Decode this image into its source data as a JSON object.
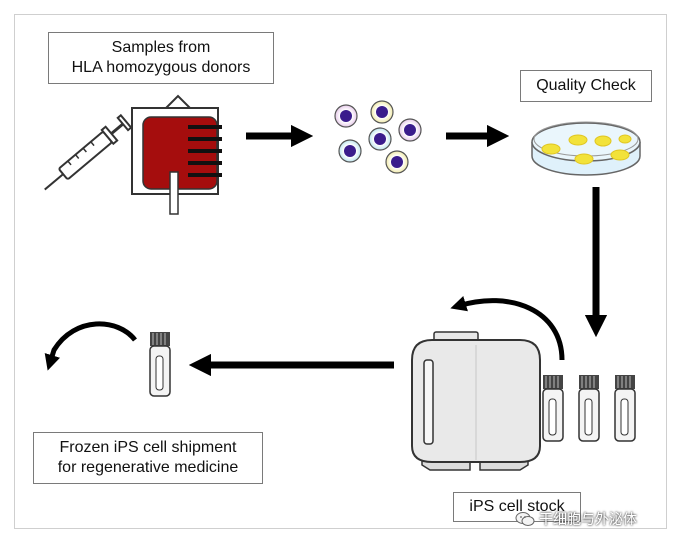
{
  "labels": {
    "donors_line1": "Samples from",
    "donors_line2": "HLA homozygous donors",
    "quality_check": "Quality Check",
    "shipment_line1": "Frozen iPS cell shipment",
    "shipment_line2": "for regenerative medicine",
    "stock": "iPS cell stock"
  },
  "watermark": {
    "text": "干细胞与外泌体",
    "icon": "wechat-icon"
  },
  "colors": {
    "blood": "#a50d0d",
    "cell_nucleus": "#3a1c8c",
    "colony": "#f2e23a",
    "dish": "#dff1fb",
    "arrow": "#000000"
  }
}
